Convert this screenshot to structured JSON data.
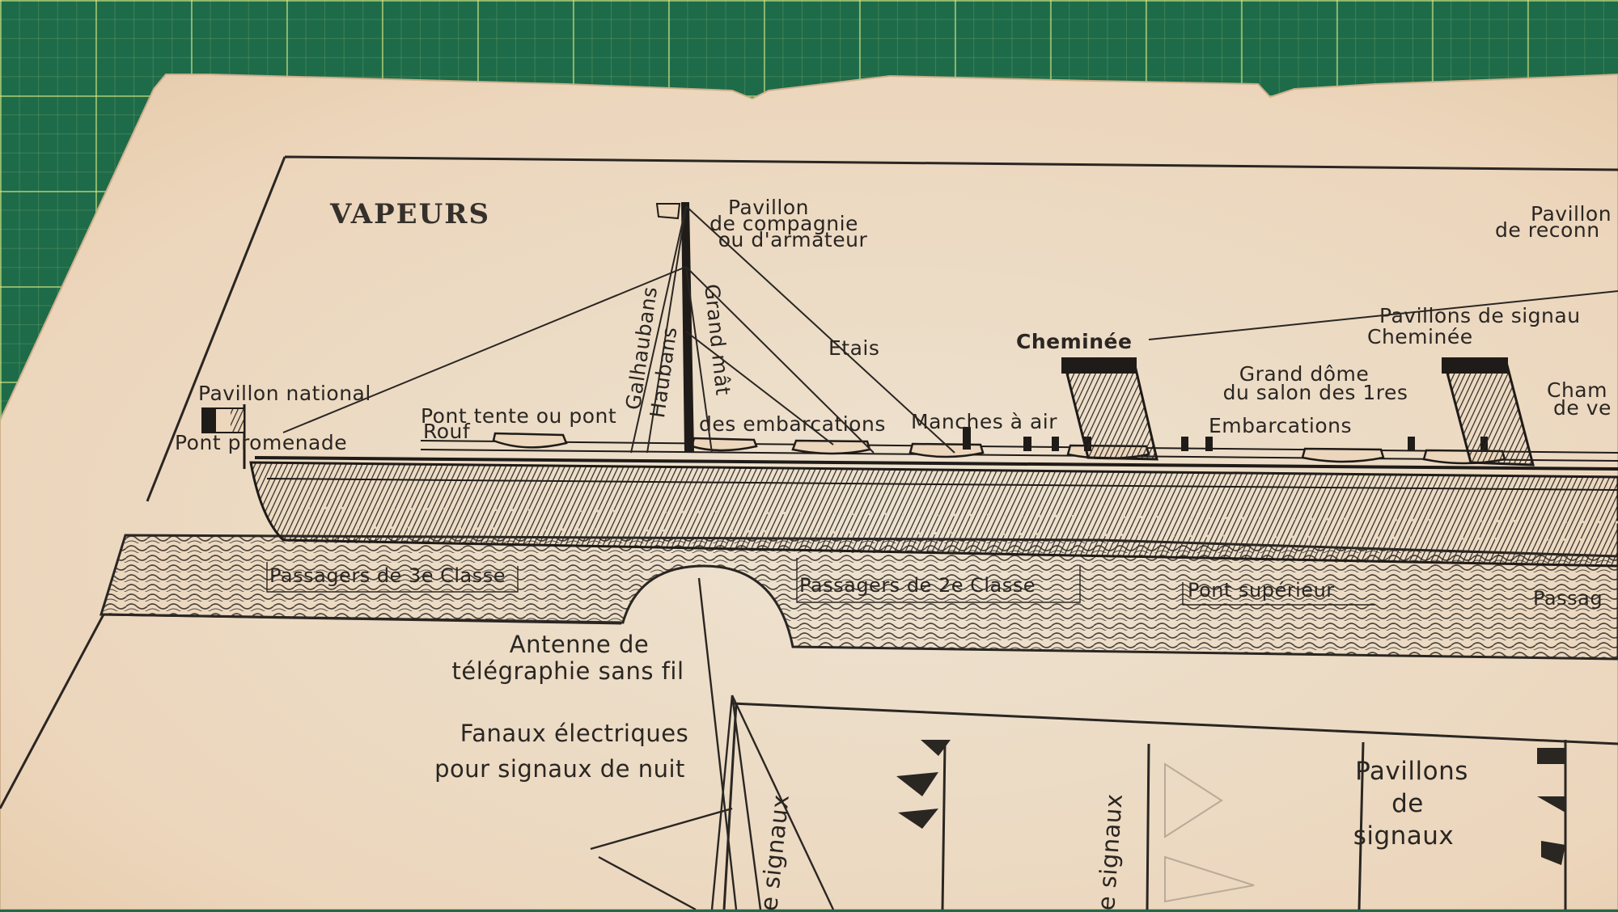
{
  "photo": {
    "subject": "steamship engraving",
    "paper_color": "#ecd8bf",
    "ink_color": "#2a2622",
    "mat_color": "#1e6b49",
    "grid_color": "#d6eb82"
  },
  "heading": {
    "title": "VAPEURS",
    "top_right": {
      "line1": "Pavillon",
      "line2": "de reconn"
    }
  },
  "labels": {
    "pavillon_compagnie": [
      "Pavillon",
      "de compagnie",
      "ou d'armateur"
    ],
    "pavillon_national": "Pavillon national",
    "pont_promenade": "Pont promenade",
    "pont_tente": "Pont tente ou pont",
    "rouf": "Rouf",
    "galhaubans": "Galhaubans",
    "haubans": "Haubans",
    "grand_mat": "Grand mât",
    "des_embarcations": "des embarcations",
    "etais": "Etais",
    "manches_a_air": "Manches à air",
    "cheminee_1": "Cheminée",
    "grand_dome": [
      "Grand dôme",
      "du salon des 1res"
    ],
    "embarcations": "Embarcations",
    "pavillons_de_signaux": "Pavillons de signau",
    "cheminee_2": "Cheminée",
    "right_edge": [
      "Cham",
      "de ve"
    ],
    "passagers_3": "Passagers de 3e Classe",
    "passagers_2": "Passagers de 2e Classe",
    "pont_superieur": "Pont supérieur",
    "passag": "Passag",
    "antenne": [
      "Antenne de",
      "télégraphie sans fil"
    ],
    "fanaux": [
      "Fanaux électriques",
      "pour signaux de nuit"
    ],
    "signaux_vert_1": "e signaux",
    "signaux_vert_2": "e signaux",
    "pavillons_box": [
      "Pavillons",
      "de",
      "signaux"
    ]
  }
}
